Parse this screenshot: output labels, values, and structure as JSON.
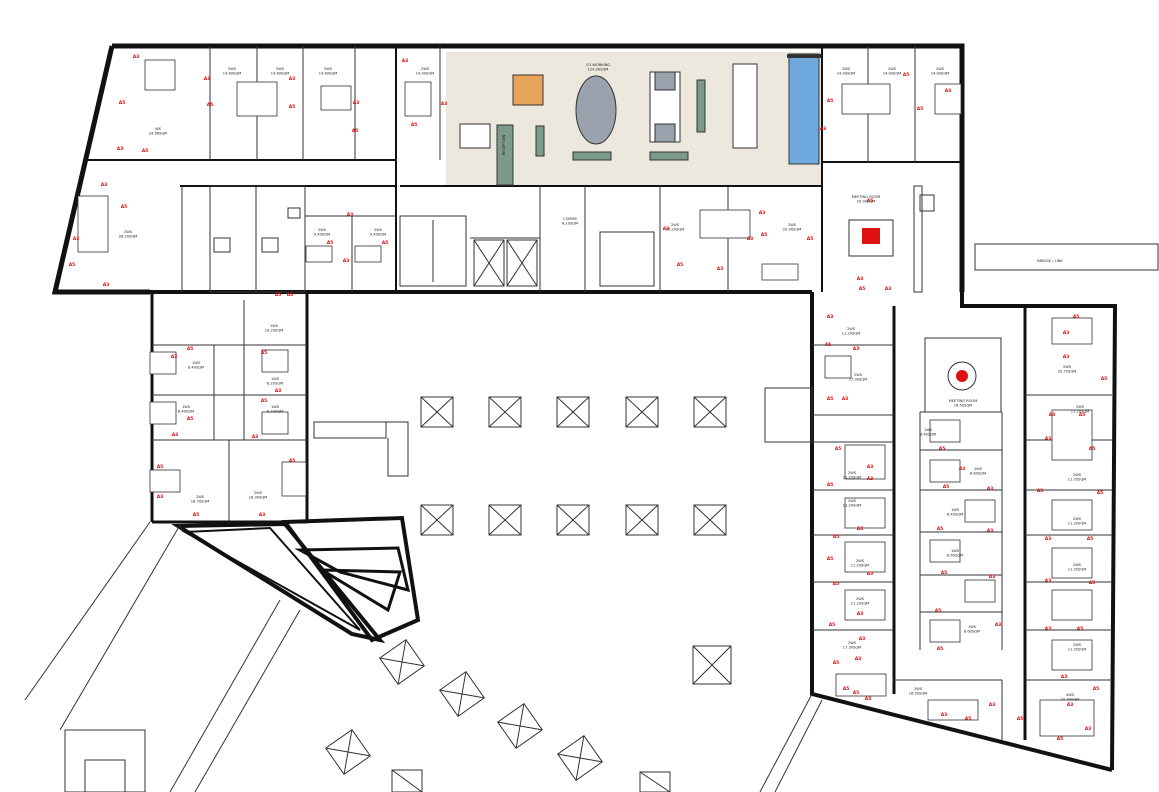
{
  "colors": {
    "wall": "#111111",
    "tag": "#e01010",
    "coworking_floor": "#ece8dd",
    "table_orange": "#e8a35a",
    "glass": "#6fa8dc",
    "sofa_green": "#7b9a8a",
    "table_grey": "#9aa3ad",
    "chair_red": "#e01010"
  },
  "rooms": [
    {
      "id": "ws-nw-1",
      "lines": [
        "WS",
        "24.56SQM"
      ]
    },
    {
      "id": "ws-n-1",
      "lines": [
        "2WS",
        "14.60SQM"
      ]
    },
    {
      "id": "ws-n-2",
      "lines": [
        "2WS",
        "14.60SQM"
      ]
    },
    {
      "id": "ws-n-3",
      "lines": [
        "2WS",
        "14.60SQM"
      ]
    },
    {
      "id": "ws-n-4",
      "lines": [
        "2WS",
        "14.40SQM"
      ]
    },
    {
      "id": "coworking",
      "lines": [
        "CO-WORKING",
        "124.00SQM"
      ]
    },
    {
      "id": "ws-ne-1",
      "lines": [
        "2WS",
        "14.00SQM"
      ]
    },
    {
      "id": "ws-ne-2",
      "lines": [
        "2WS",
        "14.00SQM"
      ]
    },
    {
      "id": "ws-ne-3",
      "lines": [
        "2WS",
        "14.00SQM"
      ]
    },
    {
      "id": "ws-w-1",
      "lines": [
        "2WS",
        "28.20SQM"
      ]
    },
    {
      "id": "ws-c-1",
      "lines": [
        "2WS",
        "9.40SQM"
      ]
    },
    {
      "id": "ws-c-2",
      "lines": [
        "2WS",
        "9.40SQM"
      ]
    },
    {
      "id": "comms",
      "lines": [
        "COMMS",
        "6.10SQM"
      ]
    },
    {
      "id": "ws-c-3",
      "lines": [
        "2WS",
        "20.20SQM"
      ]
    },
    {
      "id": "ws-c-4",
      "lines": [
        "2WS",
        "20.00SQM"
      ]
    },
    {
      "id": "meeting-1",
      "lines": [
        "MEETING ROOM",
        "20.00SQM"
      ]
    },
    {
      "id": "ws-wwing-1",
      "lines": [
        "1WS",
        "10.20SQM"
      ]
    },
    {
      "id": "ws-wwing-2",
      "lines": [
        "1WS",
        "8.40SQM"
      ]
    },
    {
      "id": "ws-wwing-3",
      "lines": [
        "1WS",
        "8.20SQM"
      ]
    },
    {
      "id": "ws-wwing-4",
      "lines": [
        "1WS",
        "8.40SQM"
      ]
    },
    {
      "id": "ws-wwing-5",
      "lines": [
        "1WS",
        "8.20SQM"
      ]
    },
    {
      "id": "ws-wwing-6",
      "lines": [
        "2WS",
        "16.70SQM"
      ]
    },
    {
      "id": "ws-wwing-7",
      "lines": [
        "2WS",
        "16.30SQM"
      ]
    },
    {
      "id": "ws-e-1",
      "lines": [
        "2WS",
        "11.20SQM"
      ]
    },
    {
      "id": "ws-e-2",
      "lines": [
        "2WS",
        "17.00SQM"
      ]
    },
    {
      "id": "meeting-2",
      "lines": [
        "MEETING ROOM",
        "16.50SQM"
      ]
    },
    {
      "id": "ws-e-3",
      "lines": [
        "2WS",
        "11.20SQM"
      ]
    },
    {
      "id": "ws-e-4",
      "lines": [
        "2WS",
        "11.20SQM"
      ]
    },
    {
      "id": "ws-e-5",
      "lines": [
        "2WS",
        "11.20SQM"
      ]
    },
    {
      "id": "ws-e-6",
      "lines": [
        "2WS",
        "11.20SQM"
      ]
    },
    {
      "id": "ws-e-7",
      "lines": [
        "2WS",
        "17.30SQM"
      ]
    },
    {
      "id": "ws-em-1",
      "lines": [
        "1WS",
        "8.40SQM"
      ]
    },
    {
      "id": "ws-em-2",
      "lines": [
        "1WS",
        "8.60SQM"
      ]
    },
    {
      "id": "ws-em-3",
      "lines": [
        "1WS",
        "8.40SQM"
      ]
    },
    {
      "id": "ws-em-4",
      "lines": [
        "1WS",
        "8.60SQM"
      ]
    },
    {
      "id": "ws-em-5",
      "lines": [
        "1WS",
        "8.60SQM"
      ]
    },
    {
      "id": "ws-ee-1",
      "lines": [
        "2WS",
        "20.70SQM"
      ]
    },
    {
      "id": "ws-ee-2",
      "lines": [
        "2WS",
        "11.20SQM"
      ]
    },
    {
      "id": "ws-ee-3",
      "lines": [
        "2WS",
        "11.20SQM"
      ]
    },
    {
      "id": "ws-ee-4",
      "lines": [
        "2WS",
        "11.20SQM"
      ]
    },
    {
      "id": "ws-ee-5",
      "lines": [
        "2WS",
        "11.20SQM"
      ]
    },
    {
      "id": "ws-ee-6",
      "lines": [
        "2WS",
        "11.20SQM"
      ]
    },
    {
      "id": "ws-ee-7",
      "lines": [
        "4WS",
        "22.00SQM"
      ]
    },
    {
      "id": "ws-s-1",
      "lines": [
        "2WS",
        "16.50SQM"
      ]
    }
  ],
  "labels": {
    "reception": "RECEPTION",
    "corridor": "BRIDGE / LINK"
  },
  "tags": [
    "A3",
    "A5"
  ]
}
